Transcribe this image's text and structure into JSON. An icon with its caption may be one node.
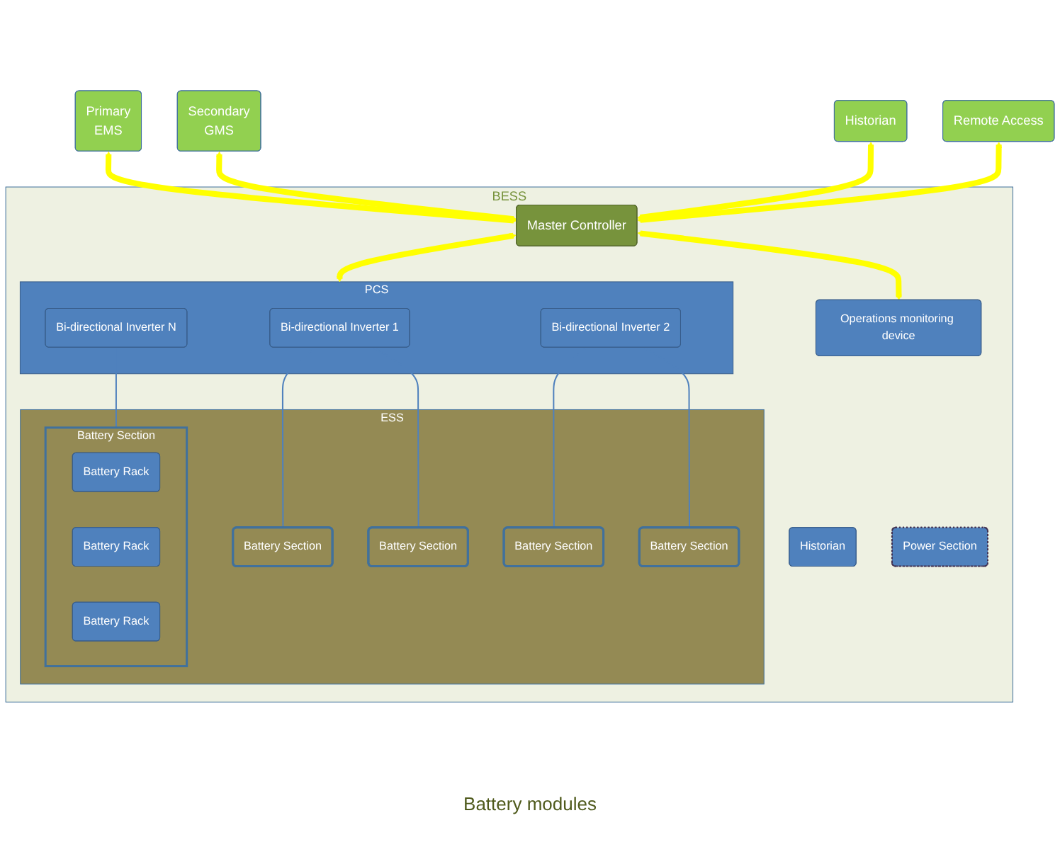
{
  "diagram": {
    "nodes": [
      {
        "text": [
          "Primary",
          "EMS"
        ]
      },
      {
        "text": [
          "Secondary",
          "GMS"
        ]
      },
      {
        "text": [
          "Historian"
        ]
      },
      {
        "text": [
          "Remote Access"
        ]
      },
      {
        "text": [
          "BESS"
        ]
      },
      {
        "text": [
          "Master Controller"
        ],
        "in": 4
      },
      {
        "text": [
          "Operations monitoring device"
        ],
        "in": 4
      },
      {
        "text": [
          "Historian"
        ],
        "in": 4
      },
      {
        "text": [
          "PCS"
        ],
        "in": 4
      },
      {
        "text": [
          "Bi-directional Inverter 1"
        ],
        "in": 8
      },
      {
        "text": [
          "Power Section"
        ],
        "in": 4
      },
      {
        "text": [
          "Bi-directional Inverter 2"
        ],
        "in": 8
      },
      {
        "text": [
          "Bi-directional Inverter N"
        ],
        "in": 8
      },
      {
        "text": [
          "ESS"
        ],
        "in": 4
      },
      {
        "text": [
          "Battery Section"
        ],
        "in": 13
      },
      {
        "text": [
          "Battery Section"
        ],
        "in": 13
      },
      {
        "text": [
          "Battery Section"
        ],
        "in": 13
      },
      {
        "text": [
          "Battery Section"
        ],
        "in": 13
      },
      {
        "text": [
          "Battery Section"
        ],
        "in": 13
      },
      {
        "text": [
          "Battery Rack"
        ],
        "in": 18
      },
      {
        "text": [
          "Battery Rack"
        ],
        "in": 18
      },
      {
        "text": [
          "Battery Rack"
        ],
        "in": 18
      }
    ],
    "edges": [
      {
        "from": 0,
        "to": 5,
        "arrow": "both",
        "color": "#ffff00"
      },
      {
        "from": 1,
        "to": 5,
        "arrow": "both",
        "color": "#ffff00"
      },
      {
        "from": 2,
        "to": 5,
        "arrow": "both",
        "color": "#ffff00"
      },
      {
        "from": 3,
        "to": 5,
        "arrow": "both",
        "color": "#ffff00"
      },
      {
        "from": 5,
        "to": 6,
        "arrow": "both",
        "color": "#ffff00"
      },
      {
        "from": 5,
        "to": 8,
        "arrow": "both",
        "color": "#ffff00"
      },
      {
        "from": 9,
        "to": 14,
        "arrow": "none",
        "color": "#4f81bd"
      },
      {
        "from": 9,
        "to": 15,
        "arrow": "none",
        "color": "#4f81bd"
      },
      {
        "from": 11,
        "to": 16,
        "arrow": "none",
        "color": "#4f81bd"
      },
      {
        "from": 11,
        "to": 17,
        "arrow": "none",
        "color": "#4f81bd"
      },
      {
        "from": 12,
        "to": 18,
        "arrow": "none",
        "color": "#4f81bd"
      }
    ],
    "labels": [
      "Battery modules"
    ]
  }
}
